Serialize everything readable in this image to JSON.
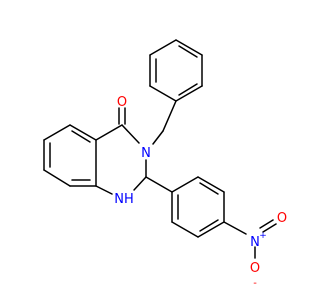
{
  "structure": {
    "atoms": {
      "o_carbonyl": "O",
      "n3": "N",
      "nh": "NH",
      "n_nitro": "N",
      "o_nitro_top": "O",
      "o_nitro_bottom": "O"
    },
    "charges": {
      "nitro_n": "+",
      "nitro_o": "-"
    }
  },
  "colors": {
    "bond": "#000000",
    "oxygen": "#ff0000",
    "nitrogen": "#0000ff",
    "background": "#ffffff"
  }
}
